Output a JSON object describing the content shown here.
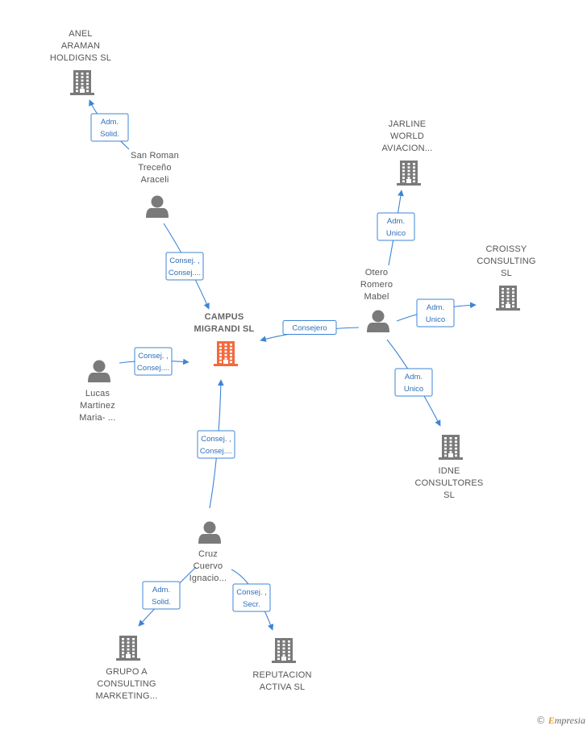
{
  "nodes": [
    {
      "id": "campus",
      "type": "company",
      "focus": true,
      "label": [
        "CAMPUS",
        "MIGRANDI  SL"
      ]
    },
    {
      "id": "anel",
      "type": "company",
      "label": [
        "ANEL",
        "ARAMAN",
        "HOLDIGNS  SL"
      ]
    },
    {
      "id": "jarline",
      "type": "company",
      "label": [
        "JARLINE",
        "WORLD",
        "AVIACION..."
      ]
    },
    {
      "id": "croissy",
      "type": "company",
      "label": [
        "CROISSY",
        "CONSULTING",
        "SL"
      ]
    },
    {
      "id": "idne",
      "type": "company",
      "label": [
        "IDNE",
        "CONSULTORES",
        "SL"
      ]
    },
    {
      "id": "grupo",
      "type": "company",
      "label": [
        "GRUPO A",
        "CONSULTING",
        "MARKETING..."
      ]
    },
    {
      "id": "reputacion",
      "type": "company",
      "label": [
        "REPUTACION",
        "ACTIVA  SL"
      ]
    },
    {
      "id": "sanroman",
      "type": "person",
      "label": [
        "San Roman",
        "Treceño",
        "Araceli"
      ]
    },
    {
      "id": "otero",
      "type": "person",
      "label": [
        "Otero",
        "Romero",
        "Mabel"
      ]
    },
    {
      "id": "lucas",
      "type": "person",
      "label": [
        "Lucas",
        "Martinez",
        "Maria- ..."
      ]
    },
    {
      "id": "cruz",
      "type": "person",
      "label": [
        "Cruz",
        "Cuervo",
        "Ignacio..."
      ]
    }
  ],
  "edges": [
    {
      "from": "sanroman",
      "to": "anel",
      "label": [
        "Adm.",
        "Solid."
      ]
    },
    {
      "from": "sanroman",
      "to": "campus",
      "label": [
        "Consej. ,",
        "Consej...."
      ]
    },
    {
      "from": "otero",
      "to": "jarline",
      "label": [
        "Adm.",
        "Unico"
      ]
    },
    {
      "from": "otero",
      "to": "croissy",
      "label": [
        "Adm.",
        "Unico"
      ]
    },
    {
      "from": "otero",
      "to": "idne",
      "label": [
        "Adm.",
        "Unico"
      ]
    },
    {
      "from": "otero",
      "to": "campus",
      "label": [
        "Consejero"
      ]
    },
    {
      "from": "lucas",
      "to": "campus",
      "label": [
        "Consej. ,",
        "Consej...."
      ]
    },
    {
      "from": "cruz",
      "to": "campus",
      "label": [
        "Consej. ,",
        "Consej...."
      ]
    },
    {
      "from": "cruz",
      "to": "grupo",
      "label": [
        "Adm.",
        "Solid."
      ]
    },
    {
      "from": "cruz",
      "to": "reputacion",
      "label": [
        "Consej. ,",
        "Secr."
      ]
    }
  ],
  "colors": {
    "edge": "#3d84d6",
    "company": "#7a7a7a",
    "focus_company": "#f26a3d",
    "person": "#7a7a7a",
    "label": "#555555"
  },
  "brand": {
    "copyright": "©",
    "name_initial": "E",
    "name_rest": "mpresia"
  }
}
